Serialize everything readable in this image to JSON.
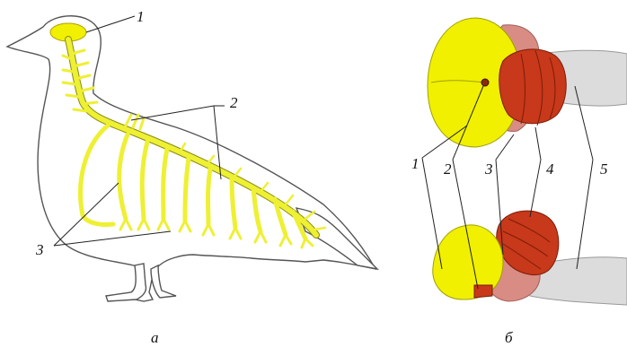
{
  "figure": {
    "panel_a": {
      "caption": "а",
      "labels": [
        "1",
        "2",
        "3"
      ]
    },
    "panel_b": {
      "caption": "б",
      "labels": [
        "1",
        "2",
        "3",
        "4",
        "5"
      ]
    }
  },
  "colors": {
    "nerve_yellow": "#eef033",
    "brain_yellow": "#f0f000",
    "midbrain_pink": "#d98c84",
    "cerebellum_red": "#c8381a",
    "medulla_grey": "#dcdcdc",
    "outline": "#555555"
  }
}
